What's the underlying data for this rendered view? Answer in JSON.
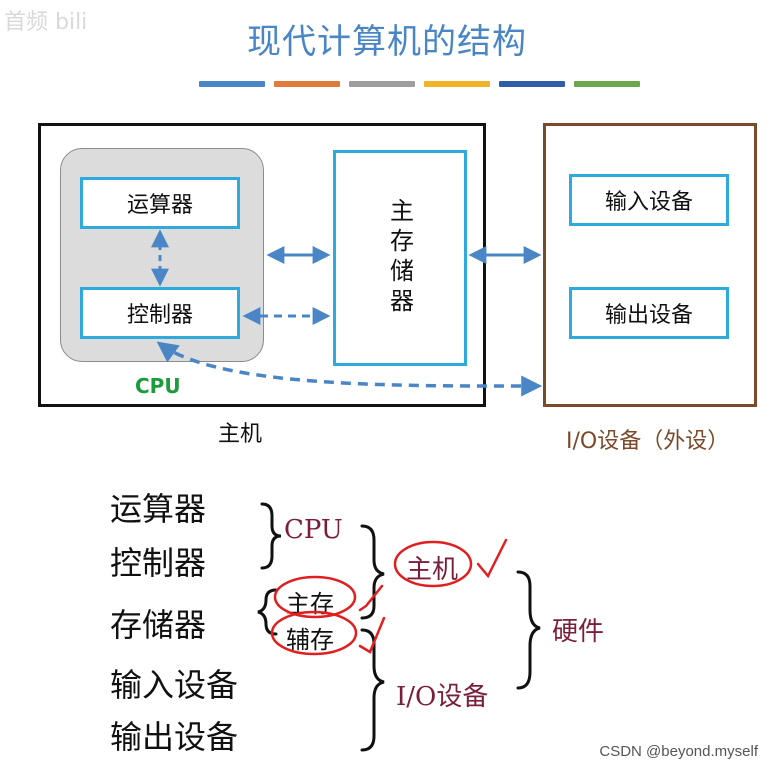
{
  "watermark": "首频 bili",
  "title": "现代计算机的结构",
  "stripe_colors": [
    "#4a86c5",
    "#e07b39",
    "#9e9e9e",
    "#f0b429",
    "#2f5fa8",
    "#6aa84f"
  ],
  "host": {
    "alu": "运算器",
    "control": "控制器",
    "cpu_label": "CPU",
    "memory": "主存储器",
    "label": "主机"
  },
  "io": {
    "input": "输入设备",
    "output": "输出设备",
    "label": "I/O设备（外设）"
  },
  "components": [
    "运算器",
    "控制器",
    "存储器",
    "输入设备",
    "输出设备"
  ],
  "groups": {
    "cpu": "CPU",
    "main_mem": "主存",
    "aux_mem": "辅存",
    "host": "主机",
    "io": "I/O设备",
    "hardware": "硬件"
  },
  "credit": "CSDN @beyond.myself",
  "colors": {
    "accent_blue": "#4a86c5",
    "box_blue": "#2eaadc",
    "io_brown": "#7b4a2b",
    "cpu_green": "#1c9a3c",
    "pen_red": "#e02020",
    "group_text": "#7a1f3b"
  }
}
